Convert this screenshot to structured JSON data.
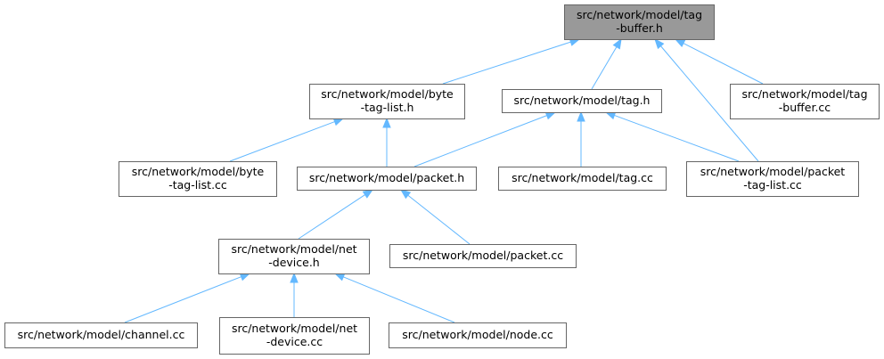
{
  "diagram": {
    "nodes": {
      "tag_buffer_h": [
        "src/network/model/tag",
        "-buffer.h"
      ],
      "byte_tag_list_h": [
        "src/network/model/byte",
        "-tag-list.h"
      ],
      "tag_h": [
        "src/network/model/tag.h"
      ],
      "tag_buffer_cc": [
        "src/network/model/tag",
        "-buffer.cc"
      ],
      "byte_tag_list_cc": [
        "src/network/model/byte",
        "-tag-list.cc"
      ],
      "packet_h": [
        "src/network/model/packet.h"
      ],
      "tag_cc": [
        "src/network/model/tag.cc"
      ],
      "packet_tag_list_cc": [
        "src/network/model/packet",
        "-tag-list.cc"
      ],
      "net_device_h": [
        "src/network/model/net",
        "-device.h"
      ],
      "packet_cc": [
        "src/network/model/packet.cc"
      ],
      "channel_cc": [
        "src/network/model/channel.cc"
      ],
      "net_device_cc": [
        "src/network/model/net",
        "-device.cc"
      ],
      "node_cc": [
        "src/network/model/node.cc"
      ]
    },
    "edges": [
      [
        "tag_buffer_h",
        "byte_tag_list_h"
      ],
      [
        "tag_buffer_h",
        "tag_h"
      ],
      [
        "tag_buffer_h",
        "packet_tag_list_cc"
      ],
      [
        "tag_buffer_h",
        "tag_buffer_cc"
      ],
      [
        "byte_tag_list_h",
        "byte_tag_list_cc"
      ],
      [
        "byte_tag_list_h",
        "packet_h"
      ],
      [
        "tag_h",
        "packet_h"
      ],
      [
        "tag_h",
        "tag_cc"
      ],
      [
        "tag_h",
        "packet_tag_list_cc"
      ],
      [
        "packet_h",
        "net_device_h"
      ],
      [
        "packet_h",
        "packet_cc"
      ],
      [
        "net_device_h",
        "channel_cc"
      ],
      [
        "net_device_h",
        "net_device_cc"
      ],
      [
        "net_device_h",
        "node_cc"
      ]
    ],
    "colors": {
      "edge": "#63b8ff",
      "root_fill": "#999999",
      "border": "#666666"
    }
  }
}
